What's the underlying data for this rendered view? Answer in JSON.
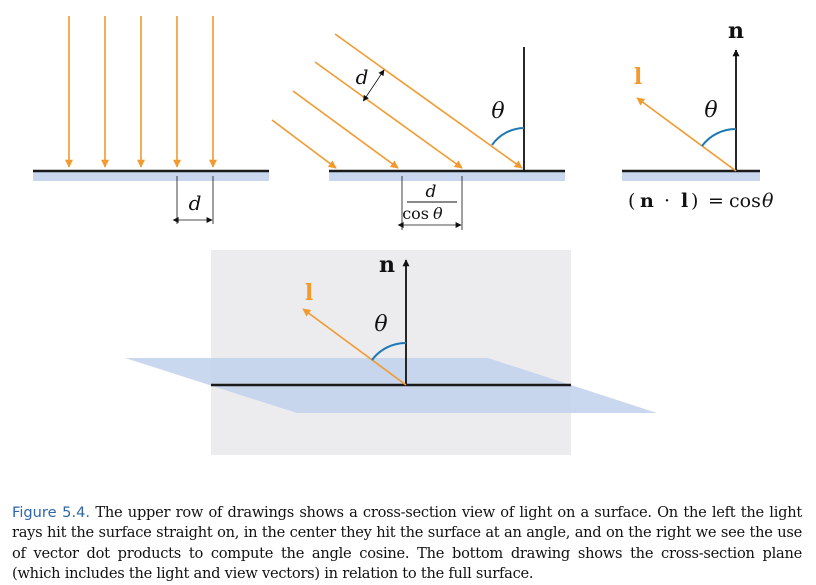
{
  "figure": {
    "colors": {
      "ray": "#f29a2e",
      "surface_fill": "#c8d7ee",
      "surface_line": "#1a1a1a",
      "angle_arc": "#1f78b4",
      "plane_box": "#ececef",
      "plane_fill": "#c1d1ec"
    },
    "panel_left": {
      "d_label": "d"
    },
    "panel_center": {
      "d_label": "d",
      "frac_num": "d",
      "frac_den_cos": "cos",
      "frac_den_theta": "θ",
      "theta_label": "θ"
    },
    "panel_right": {
      "n_label": "n",
      "l_label": "l",
      "theta_label": "θ",
      "eq_open": "(",
      "eq_n": "n",
      "eq_dot": "·",
      "eq_l": "l",
      "eq_close": ")",
      "eq_equals": "=",
      "eq_cos": "cos",
      "eq_theta": "θ"
    },
    "panel_bottom": {
      "n_label": "n",
      "l_label": "l",
      "theta_label": "θ"
    }
  },
  "caption": {
    "label": "Figure 5.4.",
    "text": "The upper row of drawings shows a cross-section view of light on a surface. On the left the light rays hit the surface straight on, in the center they hit the surface at an angle, and on the right we see the use of vector dot products to compute the angle cosine. The bottom drawing shows the cross-section plane (which includes the light and view vectors) in relation to the full surface."
  }
}
